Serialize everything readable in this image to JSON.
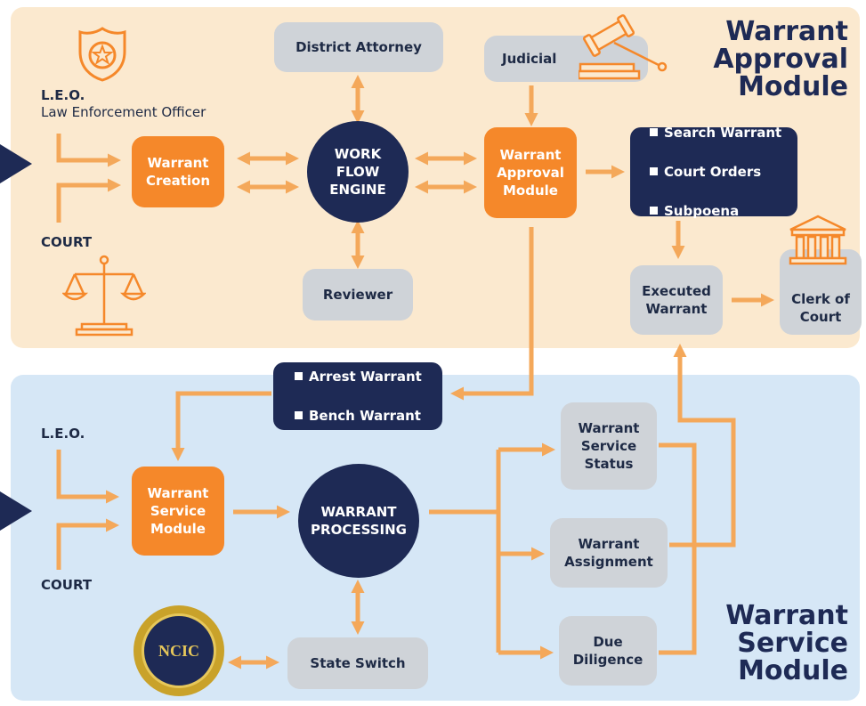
{
  "approval": {
    "title": "Warrant\nApproval\nModule",
    "leo_abbr": "L.E.O.",
    "leo_full": "Law Enforcement Officer",
    "court": "COURT",
    "warrant_creation": "Warrant\nCreation",
    "workflow_engine": "WORK\nFLOW\nENGINE",
    "district_attorney": "District Attorney",
    "reviewer": "Reviewer",
    "judicial": "Judicial",
    "approval_module": "Warrant\nApproval\nModule",
    "documents": [
      "Search Warrant",
      "Court Orders",
      "Subpoena"
    ],
    "executed_warrant": "Executed\nWarrant",
    "clerk_of_court": "Clerk of\nCourt"
  },
  "service": {
    "title": "Warrant\nService\nModule",
    "arrest_list": [
      "Arrest Warrant",
      "Bench Warrant"
    ],
    "leo_abbr": "L.E.O.",
    "court": "COURT",
    "service_module": "Warrant\nService\nModule",
    "processing": "WARRANT\nPROCESSING",
    "service_status": "Warrant\nService\nStatus",
    "assignment": "Warrant\nAssignment",
    "due_diligence": "Due\nDiligence",
    "state_switch": "State Switch",
    "ncic_badge": "NCIC"
  },
  "colors": {
    "orange": "#f5882a",
    "arrow": "#f4a85a",
    "navy": "#1e2a55",
    "gray": "#cfd3d8",
    "top_panel": "#fbe9cf",
    "bottom_panel": "#d6e7f6"
  }
}
